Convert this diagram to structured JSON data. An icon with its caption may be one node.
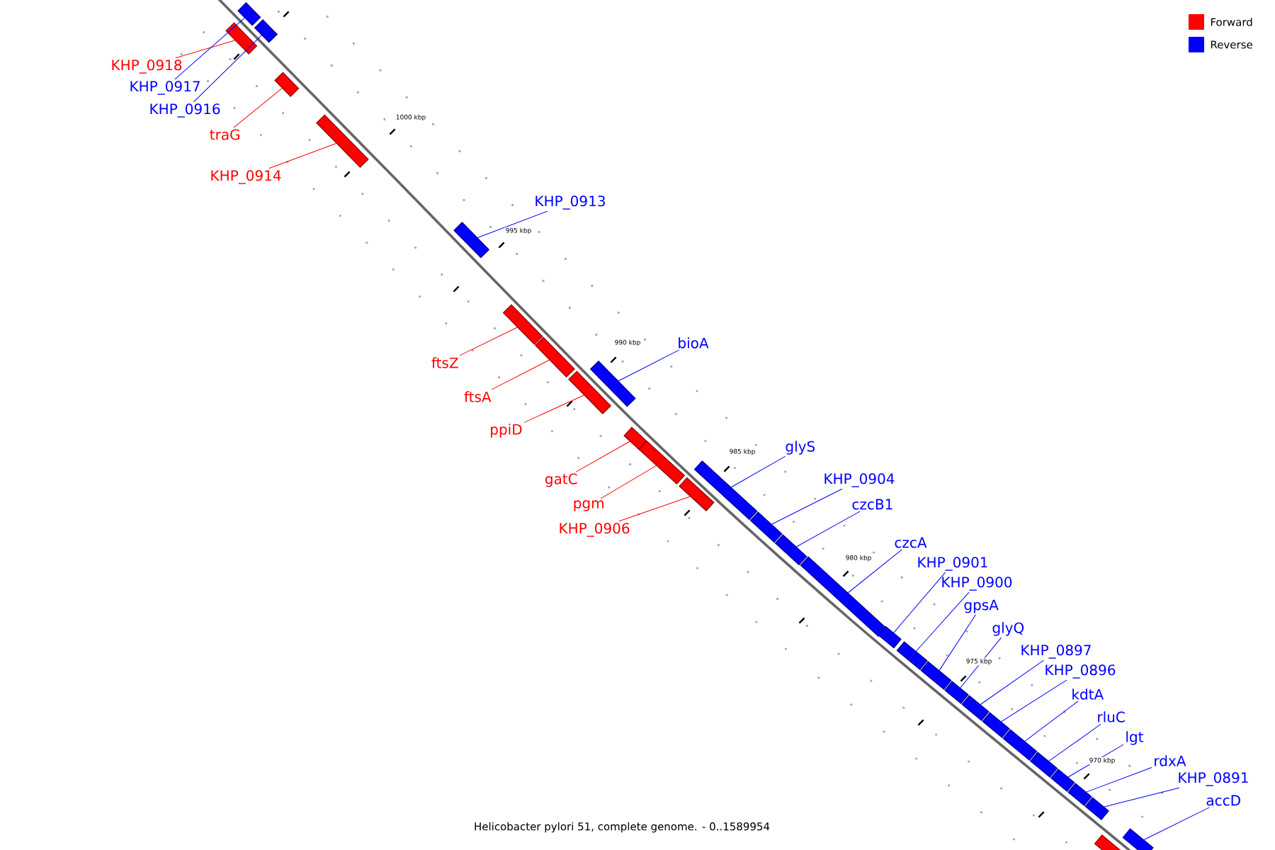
{
  "diagram": {
    "caption": "Helicobacter pylori 51, complete genome. - 0..1589954",
    "nodes": [
      {
        "text": [
          "KHP_0918"
        ]
      },
      {
        "text": [],
        "shape": "box"
      },
      {
        "text": [
          "KHP_0917"
        ]
      },
      {
        "text": [],
        "shape": "box"
      },
      {
        "text": [
          "KHP_0916"
        ]
      },
      {
        "text": [],
        "shape": "box"
      },
      {
        "text": [
          "traG"
        ]
      },
      {
        "text": [],
        "shape": "box"
      },
      {
        "text": [
          "KHP_0914"
        ]
      },
      {
        "text": [],
        "shape": "box"
      },
      {
        "text": [
          "KHP_0913"
        ]
      },
      {
        "text": [],
        "shape": "box"
      },
      {
        "text": [
          "ftsZ"
        ]
      },
      {
        "text": [],
        "shape": "box"
      },
      {
        "text": [
          "ftsA"
        ]
      },
      {
        "text": [],
        "shape": "box"
      },
      {
        "text": [
          "ppiD"
        ]
      },
      {
        "text": [],
        "shape": "box"
      },
      {
        "text": [
          "bioA"
        ]
      },
      {
        "text": [],
        "shape": "box"
      },
      {
        "text": [
          "gatC"
        ]
      },
      {
        "text": [],
        "shape": "box"
      },
      {
        "text": [
          "pgm"
        ]
      },
      {
        "text": [],
        "shape": "box"
      },
      {
        "text": [
          "KHP_0906"
        ]
      },
      {
        "text": [],
        "shape": "box"
      },
      {
        "text": [
          "glyS"
        ]
      },
      {
        "text": [],
        "shape": "box"
      },
      {
        "text": [
          "KHP_0904"
        ]
      },
      {
        "text": [],
        "shape": "box"
      },
      {
        "text": [
          "czcB1"
        ]
      },
      {
        "text": [],
        "shape": "box"
      },
      {
        "text": [
          "czcA"
        ]
      },
      {
        "text": [],
        "shape": "box"
      },
      {
        "text": [
          "KHP_0901"
        ]
      },
      {
        "text": [],
        "shape": "box"
      },
      {
        "text": [
          "KHP_0900"
        ]
      },
      {
        "text": [],
        "shape": "box"
      },
      {
        "text": [
          "gpsA"
        ]
      },
      {
        "text": [],
        "shape": "box"
      },
      {
        "text": [
          "glyQ"
        ]
      },
      {
        "text": [],
        "shape": "box"
      },
      {
        "text": [
          "KHP_0897"
        ]
      },
      {
        "text": [],
        "shape": "box"
      },
      {
        "text": [
          "KHP_0896"
        ]
      },
      {
        "text": [],
        "shape": "box"
      },
      {
        "text": [
          "kdtA"
        ]
      },
      {
        "text": [],
        "shape": "box"
      },
      {
        "text": [
          "rluC"
        ]
      },
      {
        "text": [],
        "shape": "box"
      },
      {
        "text": [
          "lgt"
        ]
      },
      {
        "text": [],
        "shape": "box"
      },
      {
        "text": [
          "rdxA"
        ]
      },
      {
        "text": [],
        "shape": "box"
      },
      {
        "text": [
          "KHP_0891"
        ]
      },
      {
        "text": [],
        "shape": "box"
      },
      {
        "text": [
          "accD"
        ]
      },
      {
        "text": [],
        "shape": "box"
      },
      {
        "text": [],
        "shape": "box"
      }
    ],
    "edges": [
      {
        "from": 0,
        "to": 1,
        "arrow": "none",
        "color": "#ff0000"
      },
      {
        "from": 2,
        "to": 3,
        "arrow": "none"
      },
      {
        "from": 4,
        "to": 5,
        "arrow": "none"
      },
      {
        "from": 6,
        "to": 7,
        "arrow": "none",
        "color": "#ff0000"
      },
      {
        "from": 8,
        "to": 9,
        "arrow": "none",
        "color": "#ff0000"
      },
      {
        "from": 10,
        "to": 11,
        "arrow": "none"
      },
      {
        "from": 12,
        "to": 13,
        "arrow": "none",
        "color": "#ff0000"
      },
      {
        "from": 14,
        "to": 15,
        "arrow": "none",
        "color": "#ff0000"
      },
      {
        "from": 16,
        "to": 17,
        "arrow": "none",
        "color": "#ff0000"
      },
      {
        "from": 18,
        "to": 19,
        "arrow": "none"
      },
      {
        "from": 20,
        "to": 21,
        "arrow": "none",
        "color": "#ff0000"
      },
      {
        "from": 22,
        "to": 23,
        "arrow": "none",
        "color": "#ff0000"
      },
      {
        "from": 24,
        "to": 25,
        "arrow": "none",
        "color": "#ff0000"
      },
      {
        "from": 26,
        "to": 27,
        "arrow": "none"
      },
      {
        "from": 28,
        "to": 29,
        "arrow": "none"
      },
      {
        "from": 30,
        "to": 31,
        "arrow": "none"
      },
      {
        "from": 32,
        "to": 33,
        "arrow": "none"
      },
      {
        "from": 34,
        "to": 35,
        "arrow": "none"
      },
      {
        "from": 36,
        "to": 37,
        "arrow": "none"
      },
      {
        "from": 38,
        "to": 39,
        "arrow": "none"
      },
      {
        "from": 40,
        "to": 41,
        "arrow": "none"
      },
      {
        "from": 42,
        "to": 43,
        "arrow": "none"
      },
      {
        "from": 44,
        "to": 45,
        "arrow": "none"
      },
      {
        "from": 46,
        "to": 47,
        "arrow": "none"
      },
      {
        "from": 48,
        "to": 49,
        "arrow": "none"
      },
      {
        "from": 50,
        "to": 51,
        "arrow": "none"
      },
      {
        "from": 52,
        "to": 53,
        "arrow": "none"
      },
      {
        "from": 54,
        "to": 55,
        "arrow": "none"
      },
      {
        "from": 56,
        "to": 57,
        "arrow": "none"
      }
    ],
    "labels": [
      "1000 kbp",
      "995 kbp",
      "990 kbp",
      "985 kbp",
      "980 kbp",
      "975 kbp",
      "970 kbp"
    ],
    "legend": [
      {
        "text": "Forward",
        "color": "#ff0000"
      },
      {
        "text": "Reverse",
        "color": "#0000ff"
      }
    ]
  }
}
